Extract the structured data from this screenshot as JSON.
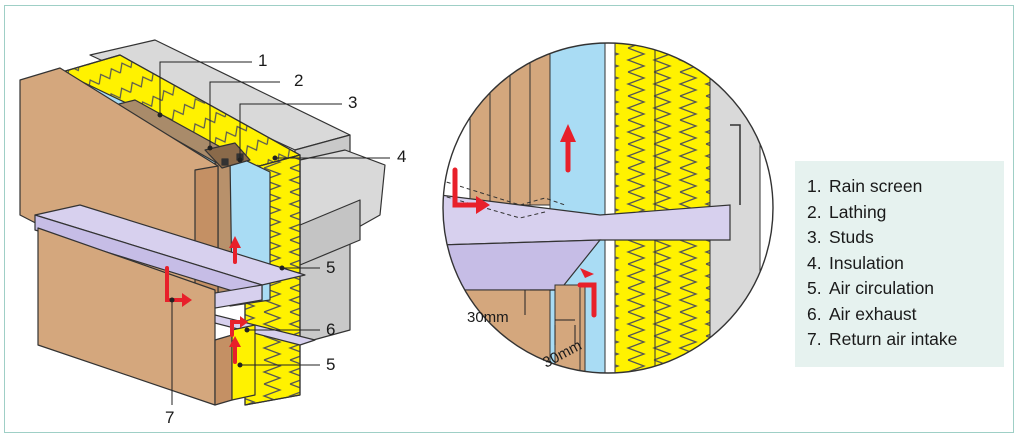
{
  "callouts": {
    "c1": "1",
    "c2": "2",
    "c3": "3",
    "c4": "4",
    "c5a": "5",
    "c6": "6",
    "c5b": "5",
    "c7": "7"
  },
  "detail": {
    "dim_horizontal": "30mm",
    "dim_vertical": "30mm"
  },
  "legend": {
    "items": [
      {
        "num": "1.",
        "label": "Rain screen"
      },
      {
        "num": "2.",
        "label": "Lathing"
      },
      {
        "num": "3.",
        "label": "Studs"
      },
      {
        "num": "4.",
        "label": "Insulation"
      },
      {
        "num": "5.",
        "label": "Air circulation"
      },
      {
        "num": "6.",
        "label": "Air exhaust"
      },
      {
        "num": "7.",
        "label": "Return air intake"
      }
    ]
  },
  "colors": {
    "frame": "#9fcfc6",
    "cladding": "#d4a77d",
    "insulation": "#fff200",
    "membrane": "#a9dcf4",
    "flashing": "#d7d0ee",
    "wall_grey": "#d9d9d9",
    "air_arrow": "#e8202a",
    "legend_bg": "#e6f2ef"
  }
}
